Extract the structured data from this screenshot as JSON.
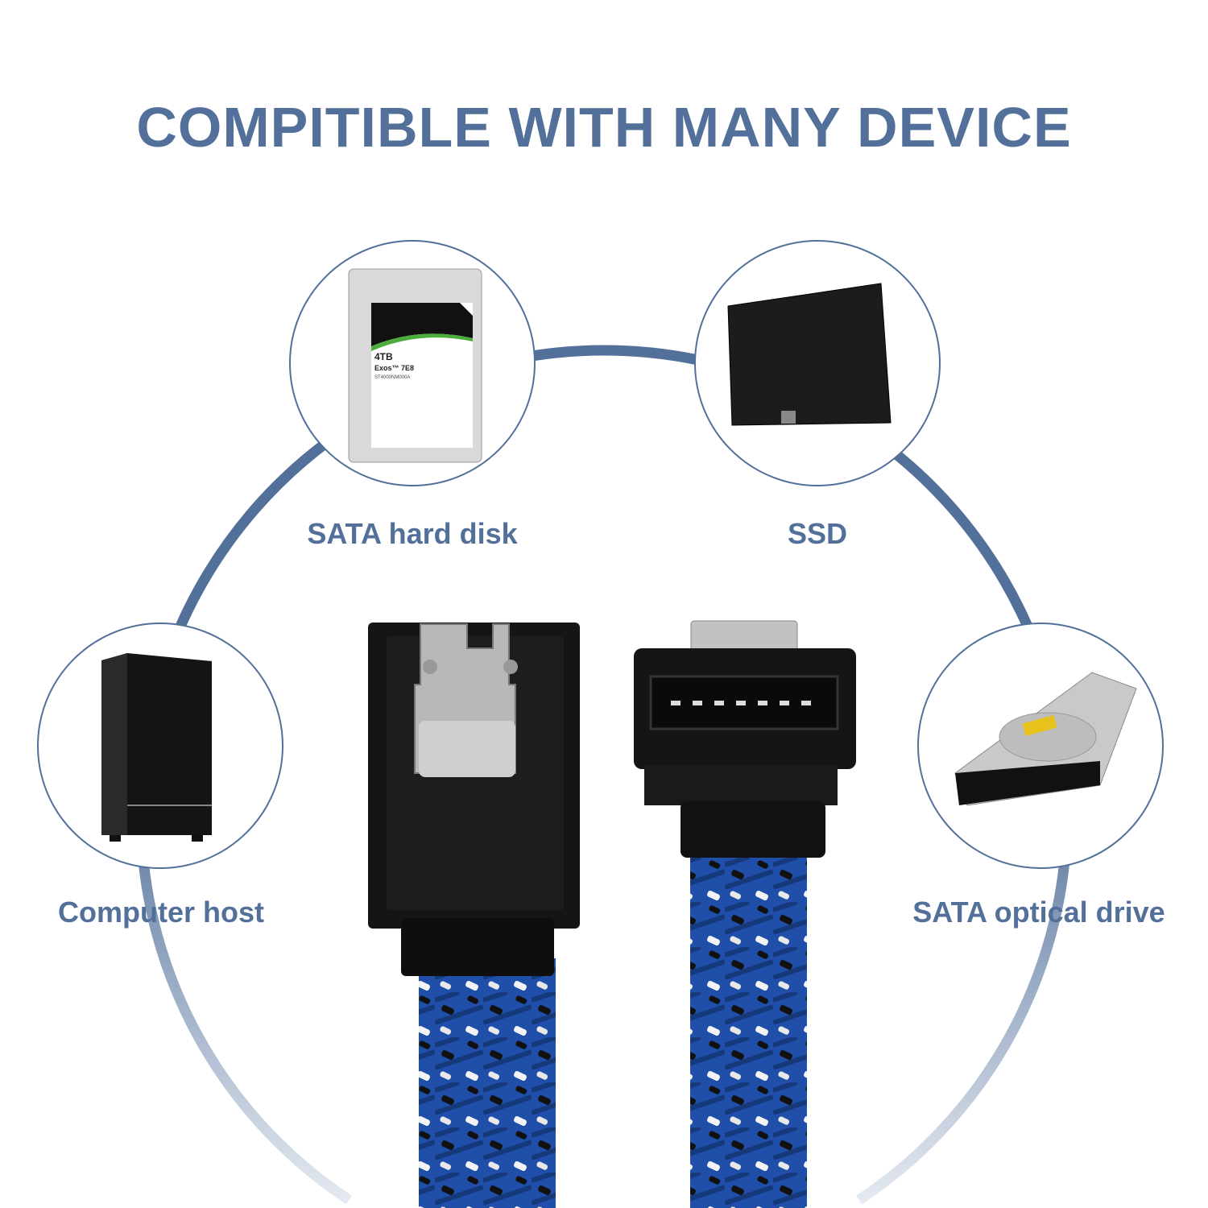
{
  "title": "COMPITIBLE WITH MANY DEVICE",
  "devices": [
    {
      "label": "SATA hard disk",
      "icon": "hard-disk",
      "drive_label": {
        "capacity": "4TB",
        "model": "Exos™ 7E8",
        "part": "ST4000NM000A"
      }
    },
    {
      "label": "SSD",
      "icon": "ssd"
    },
    {
      "label": "Computer host",
      "icon": "computer-tower"
    },
    {
      "label": "SATA optical drive",
      "icon": "optical-drive"
    }
  ],
  "colors": {
    "accent": "#52709a",
    "cable_blue": "#1f4fa8",
    "connector": "#151515"
  }
}
